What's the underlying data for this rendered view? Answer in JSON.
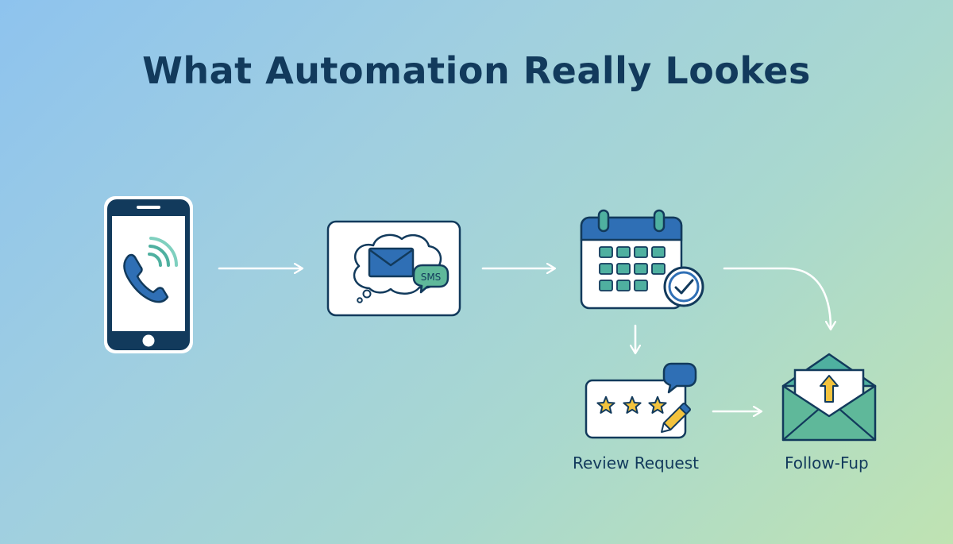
{
  "title": "What Automation Really Lookes",
  "steps": [
    {
      "icon": "phone-call-icon"
    },
    {
      "icon": "email-sms-bubble-icon",
      "badge": "SMS"
    },
    {
      "icon": "calendar-check-icon"
    },
    {
      "icon": "star-review-icon",
      "label": "Review Request"
    },
    {
      "icon": "envelope-upload-icon",
      "label": "Follow-Fup"
    }
  ],
  "colors": {
    "navy": "#123a5c",
    "blue": "#2f6fb5",
    "teal": "#4fb0a0",
    "teal_light": "#7fd0bf",
    "green": "#5fb89a",
    "star": "#f3c33d",
    "white": "#ffffff"
  }
}
